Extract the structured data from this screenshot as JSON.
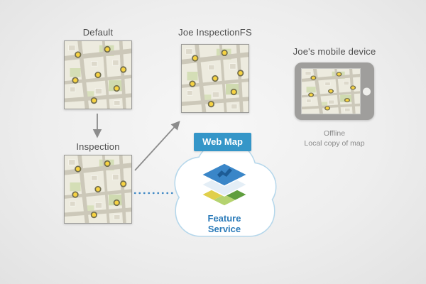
{
  "diagram": {
    "title_context": "Offline map workflow diagram",
    "labels": {
      "default": "Default",
      "joe_inspection_fs": "Joe InspectionFS",
      "inspection": "Inspection",
      "device": "Joe's mobile device",
      "web_map": "Web Map",
      "feature_service": "Feature Service",
      "offline": "Offline",
      "local_copy": "Local copy of map"
    },
    "icons": {
      "map_thumbnail": "street map with yellow point markers",
      "cloud_icon": "cloud outline around feature service",
      "feature_layers_icon": "stacked map layers",
      "tablet_icon": "mobile tablet device",
      "home_button_icon": "device home button",
      "arrow_icon": "gray connector arrow",
      "dotted_link_icon": "blue dotted connection"
    },
    "colors": {
      "web_map_banner": "#3596c8",
      "feature_service_text": "#2b7bb9",
      "cloud_outline": "#b5d7eb",
      "arrow_gray": "#8c8c8c",
      "dotted_link_blue": "#3f88c5",
      "marker_yellow": "#f7d342",
      "device_gray": "#9f9e9c",
      "label_text": "#4d4d4d"
    }
  }
}
